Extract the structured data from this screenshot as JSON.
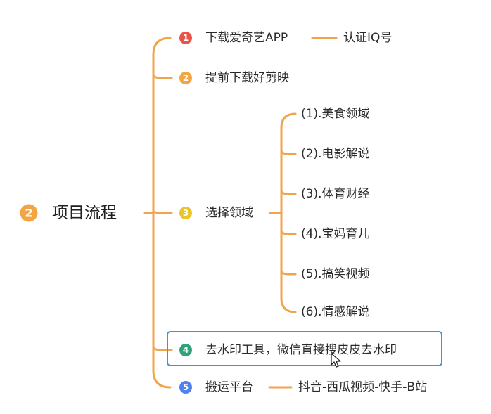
{
  "root": {
    "badge": "2",
    "label": "项目流程"
  },
  "steps": [
    {
      "badge": "1",
      "label": "下载爱奇艺APP",
      "child": "认证IQ号"
    },
    {
      "badge": "2",
      "label": "提前下载好剪映"
    },
    {
      "badge": "3",
      "label": "选择领域",
      "children": [
        "(1).美食领域",
        "(2).电影解说",
        "(3).体育财经",
        "(4).宝妈育儿",
        "(5).搞笑视频",
        "(6).情感解说"
      ]
    },
    {
      "badge": "4",
      "label": "去水印工具，微信直接搜皮皮去水印"
    },
    {
      "badge": "5",
      "label": "搬运平台",
      "child": "抖音-西瓜视频-快手-B站"
    }
  ],
  "colors": {
    "connector": "#f0a54c",
    "badge_1": "#e9544a",
    "badge_2": "#f3a443",
    "badge_3": "#e9c52a",
    "badge_4": "#2ea37a",
    "badge_5": "#4f82ec",
    "root_badge": "#f3a443",
    "selection": "#2f9be3"
  }
}
